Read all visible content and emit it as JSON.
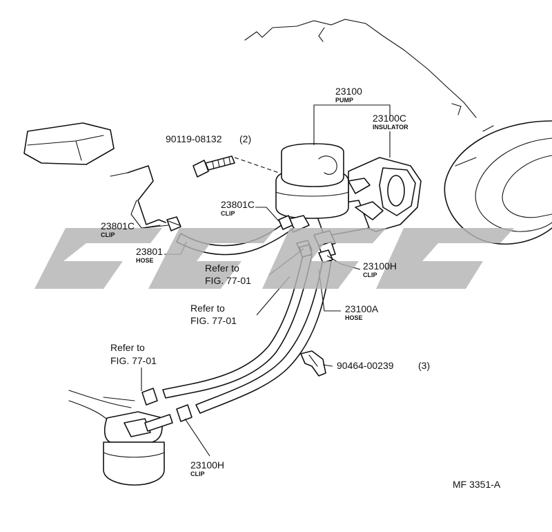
{
  "labels": {
    "pump": {
      "number": "23100",
      "name": "PUMP"
    },
    "insulator": {
      "number": "23100C",
      "name": "INSULATOR"
    },
    "bolt": {
      "number": "90119-08132",
      "qty": "(2)"
    },
    "clip_upper": {
      "number": "23801C",
      "name": "CLIP"
    },
    "clip_left": {
      "number": "23801C",
      "name": "CLIP"
    },
    "hose_small": {
      "number": "23801",
      "name": "HOSE"
    },
    "ref_1": {
      "line1": "Refer to",
      "line2": "FIG. 77-01"
    },
    "clip_right": {
      "number": "23100H",
      "name": "CLIP"
    },
    "ref_2": {
      "line1": "Refer to",
      "line2": "FIG. 77-01"
    },
    "hose_long": {
      "number": "23100A",
      "name": "HOSE"
    },
    "ref_3": {
      "line1": "Refer to",
      "line2": "FIG. 77-01"
    },
    "clip_part": {
      "number": "90464-00239",
      "qty": "(3)"
    },
    "clip_bottom": {
      "number": "23100H",
      "name": "CLIP"
    }
  },
  "figure_code": "MF 3351-A",
  "colors": {
    "ink": "#111111",
    "watermark": "#b3b3b3",
    "background": "#ffffff"
  }
}
